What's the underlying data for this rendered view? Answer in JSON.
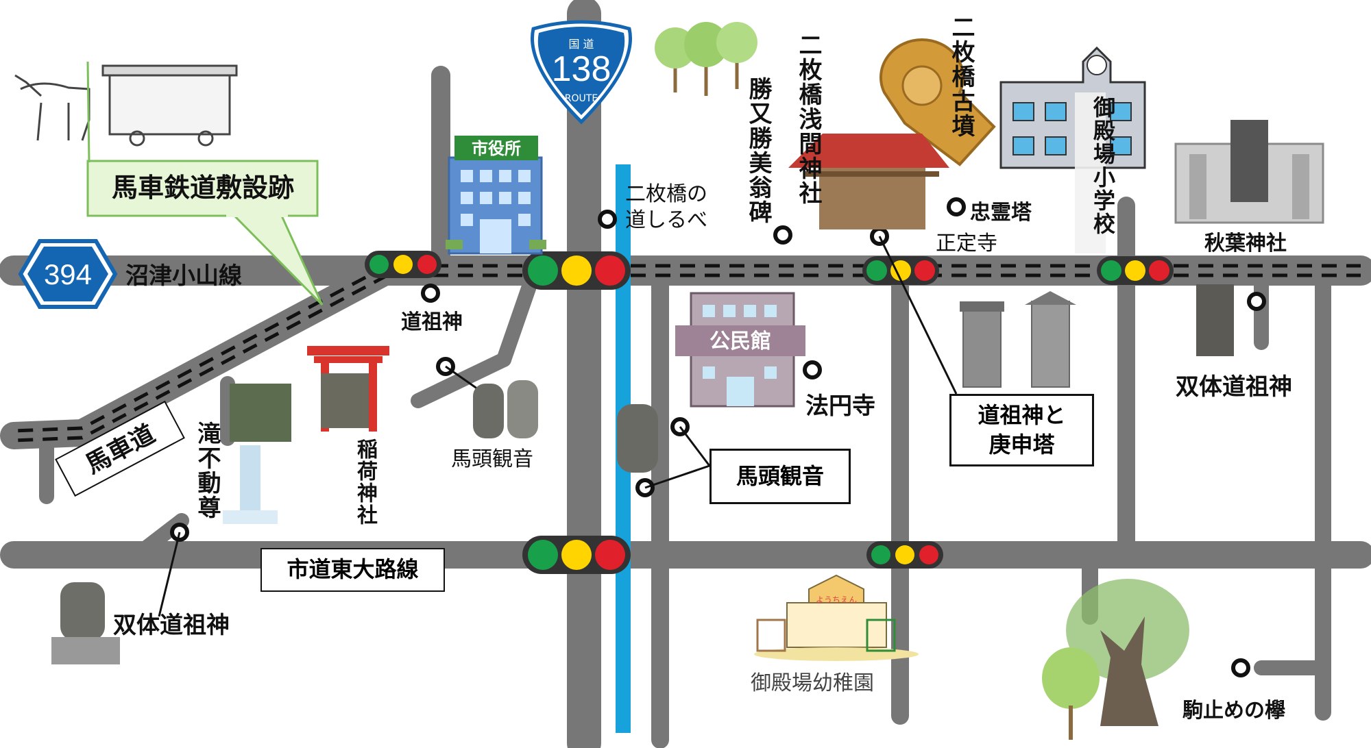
{
  "map": {
    "route138": {
      "top": "国 道",
      "number": "138",
      "bottom": "ROUTE"
    },
    "route394": {
      "number": "394",
      "road_name": "沼津小山線"
    },
    "roads": {
      "east_road": "市道東大路線",
      "horse_road": "馬車道"
    },
    "callouts": {
      "tramway_site": "馬車鉄道敷設跡"
    },
    "buildings": {
      "city_hall": "市役所",
      "community_hall": "公民館",
      "kindergarten_sign": "ようちえん"
    },
    "poi": {
      "dousojin_1": "道祖神",
      "nimaibashi_guidepost": "二枚橋の\n道しるべ",
      "katsumata_stele": "勝又勝美翁碑",
      "asama_shrine": "二枚橋浅間神社",
      "kofun": "二枚橋古墳",
      "chureito": "忠霊塔",
      "shojoji": "正定寺",
      "elementary_school": "御殿場小学校",
      "akiba_shrine": "秋葉神社",
      "sotai_dousojin_1": "双体道祖神",
      "dousojin_koshinto": "道祖神と\n庚申塔",
      "hoenji": "法円寺",
      "bato_kannon_1": "馬頭観音",
      "bato_kannon_2": "馬頭観音",
      "taki_fudoson": "滝不動尊",
      "inari_shrine": "稲荷神社",
      "sotai_dousojin_2": "双体道祖神",
      "kindergarten": "御殿場幼稚園",
      "komadome_keyaki": "駒止めの欅"
    }
  },
  "colors": {
    "road": "#777777",
    "route_badge": "#1466b3",
    "stream": "#17a2dc",
    "light_green": "#19a04a",
    "light_yellow": "#ffd400",
    "light_red": "#e0202a",
    "callout_fill": "#e8f6d8",
    "callout_border": "#7cbf5a"
  }
}
